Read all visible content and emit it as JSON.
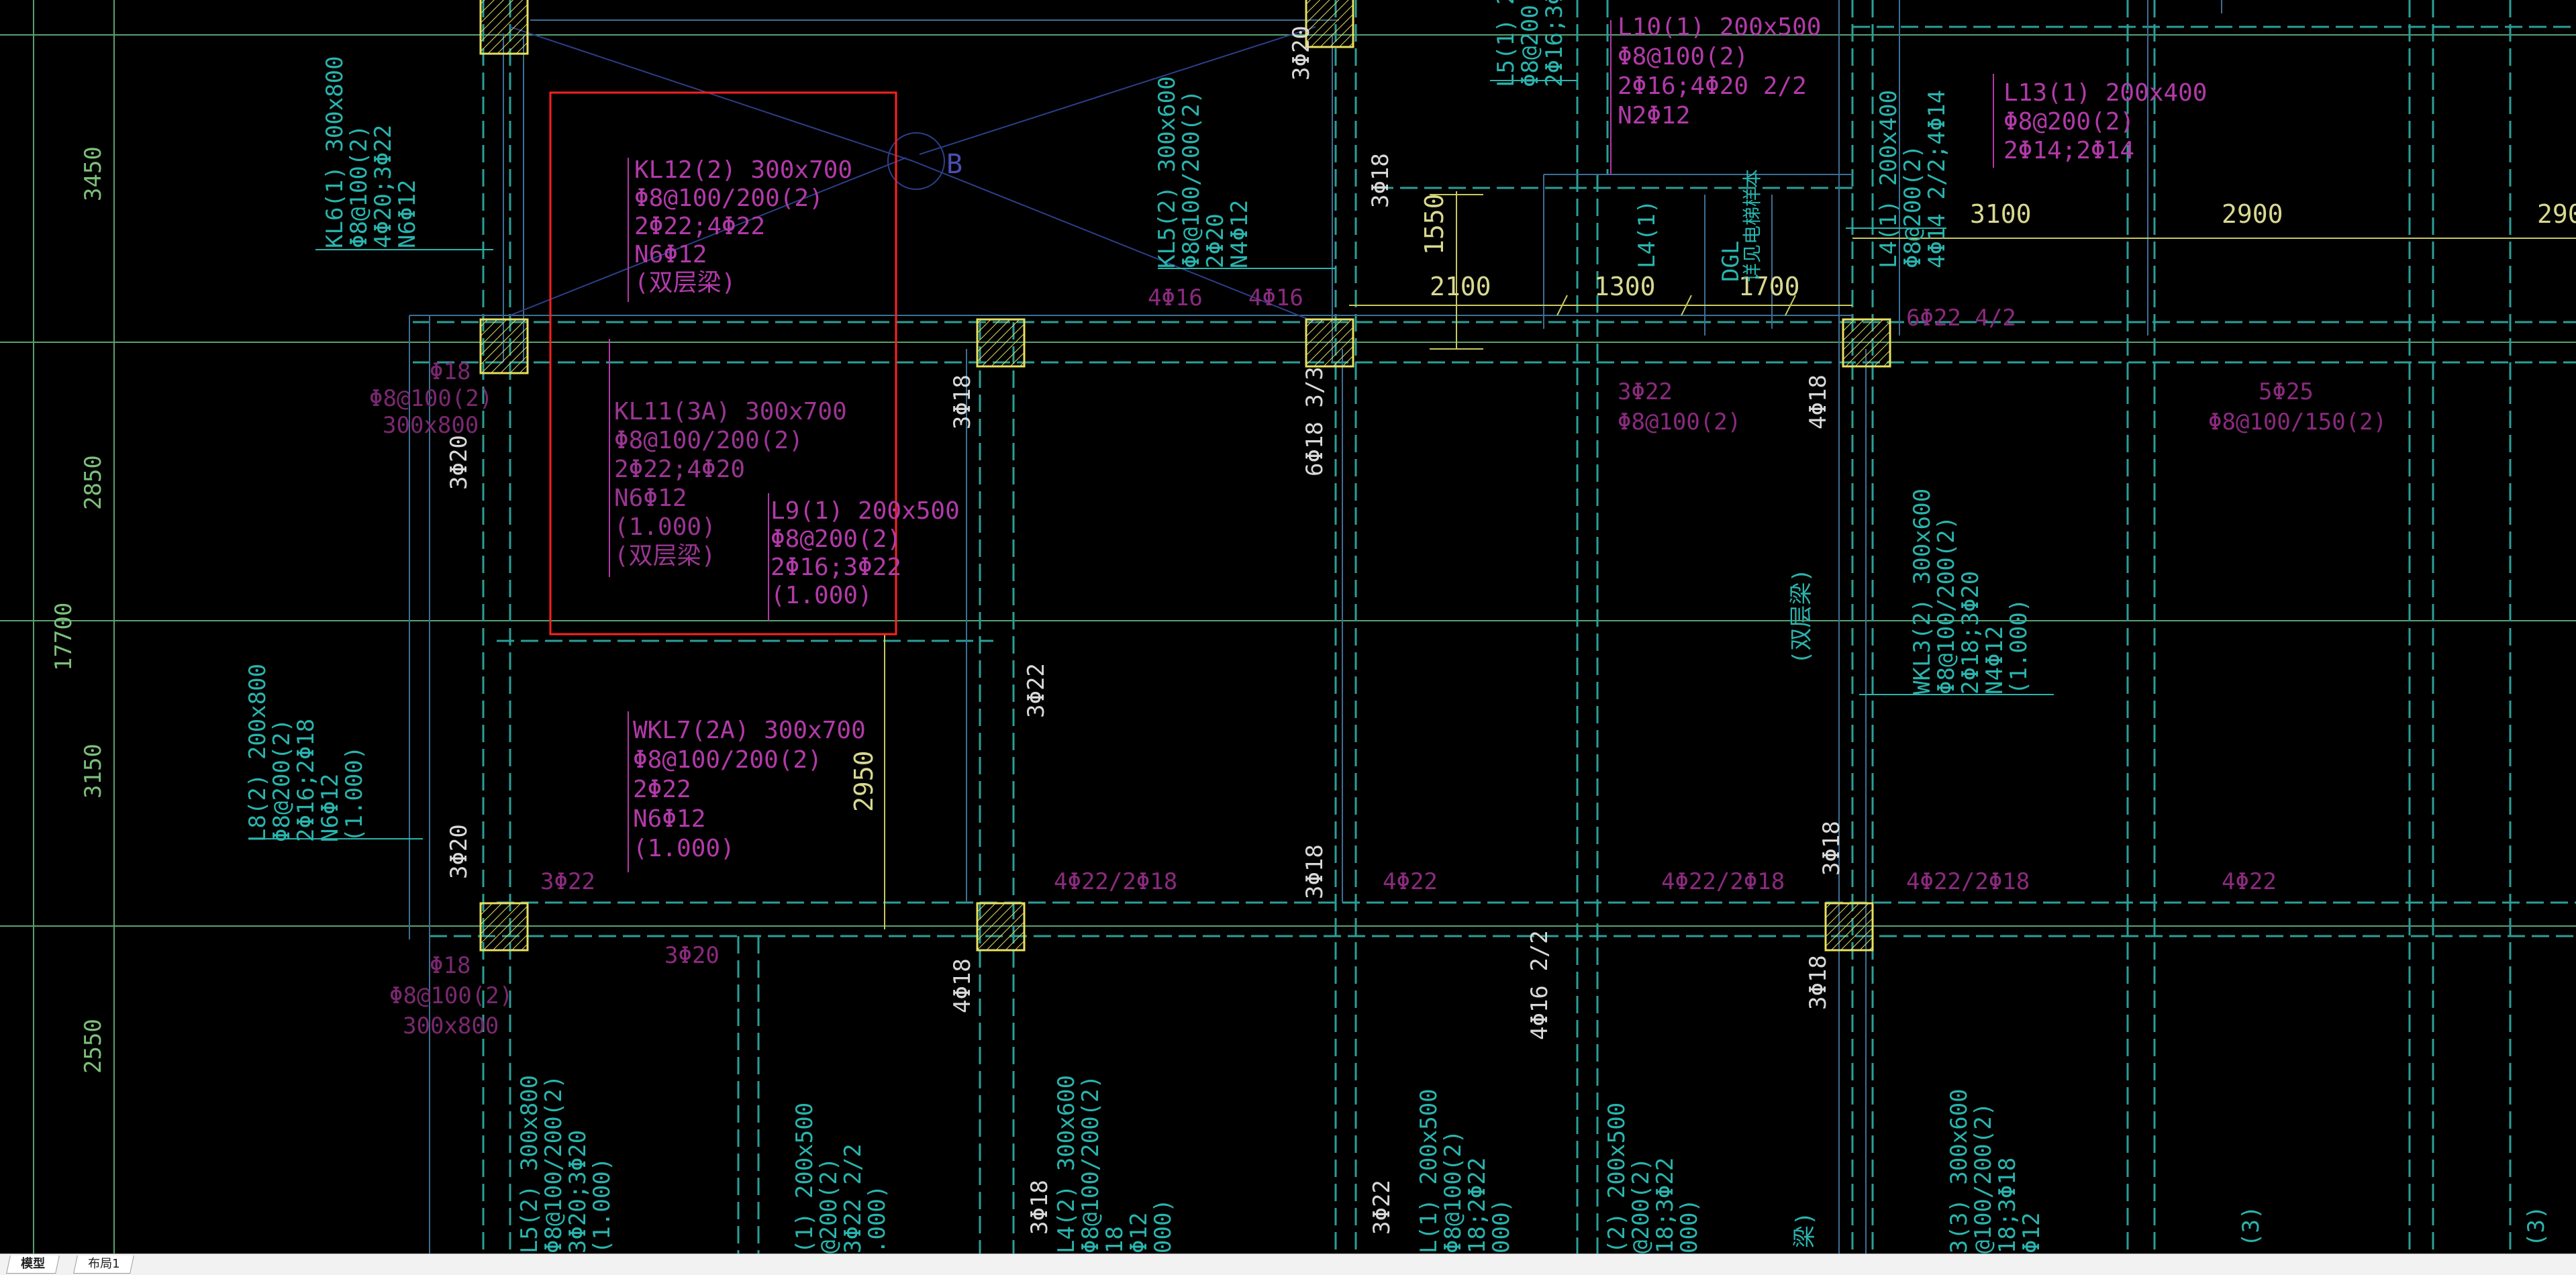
{
  "tabs": [
    {
      "label": "模型",
      "active": true
    },
    {
      "label": "布局1",
      "active": false
    }
  ],
  "colors": {
    "background": "#000000",
    "axis": "#7cc07a",
    "beam_dashed": "#2bb0a6",
    "solid_line": "#4a7aa0",
    "magenta": "#b23aa8",
    "magenta_dim": "#8a2a7e",
    "cyan_text": "#2ab4ae",
    "dimension": "#d8d86a",
    "column": "#e8e060",
    "selection": "#ff2020"
  },
  "dimensions_left": [
    "3450",
    "2850",
    "17700",
    "3150",
    "2550"
  ],
  "dimensions_top": [
    "3100",
    "2900",
    "290",
    "1550",
    "2100",
    "1300",
    "1700",
    "2950"
  ],
  "axis_bubble": "B",
  "beam_labels": {
    "kl12": [
      "KL12(2) 300x700",
      "Φ8@100/200(2)",
      "2Φ22;4Φ22",
      "N6Φ12",
      "(双层梁)"
    ],
    "kl11": [
      "KL11(3A) 300x700",
      "Φ8@100/200(2)",
      "2Φ22;4Φ20",
      "N6Φ12",
      "(1.000)",
      "(双层梁)"
    ],
    "l9": [
      "L9(1) 200x500",
      "Φ8@200(2)",
      "2Φ16;3Φ22",
      "(1.000)"
    ],
    "wkl7": [
      "WKL7(2A) 300x700",
      "Φ8@100/200(2)",
      "2Φ22",
      "N6Φ12",
      "(1.000)"
    ],
    "l10": [
      "L10(1) 200x500",
      "Φ8@100(2)",
      "2Φ16;4Φ20 2/2",
      "N2Φ12"
    ],
    "l13": [
      "L13(1) 200x400",
      "Φ8@200(2)",
      "2Φ14;2Φ14"
    ],
    "kl6": [
      "KL6(1) 300x800",
      "Φ8@100(2)",
      "4Φ20;3Φ22",
      "N6Φ12"
    ],
    "kl5": [
      "KL5(2) 300x600",
      "Φ8@100/200(2)",
      "2Φ20",
      "N4Φ12"
    ],
    "l5top": [
      "L5(1) 20",
      "Φ8@200",
      "2Φ16;3Φ"
    ],
    "l4_top": [
      "L4(1)"
    ],
    "dgl": [
      "DGL",
      "详见电梯样本"
    ],
    "l4_right": [
      "L4(1) 200x400",
      "Φ8@200(2)",
      "4Φ14 2/2;4Φ14"
    ],
    "l8": [
      "L8(2) 200x800",
      "Φ8@200(2)",
      "2Φ16;2Φ18",
      "N6Φ12",
      "(1.000)"
    ],
    "wkl3": [
      "WKL3(2) 300x600",
      "Φ8@100/200(2)",
      "2Φ18;3Φ20",
      "N4Φ12",
      "(1.000)"
    ],
    "double_beam": "(双层梁)",
    "left_mid": [
      "Φ18",
      "Φ8@100(2)",
      "300x800"
    ],
    "left_low": [
      "Φ18",
      "Φ8@100(2)",
      "300x800"
    ],
    "bottom_l5": [
      "L5(2) 300x800",
      "Φ8@100/200(2)",
      "3Φ20;3Φ20",
      "(1.000)"
    ],
    "bottom_a": [
      "(1) 200x500",
      "@200(2)",
      "3Φ22 2/2",
      ".000)"
    ],
    "bottom_l4": [
      "L4(2) 300x600",
      "Φ8@100/200(2)",
      "18",
      "Φ12",
      "000)"
    ],
    "bottom_b": [
      "L(1) 200x500",
      "Φ8@100(2)",
      "18;2Φ22",
      "000)"
    ],
    "bottom_c": [
      "(2) 200x500",
      "@200(2)",
      "18;3Φ22",
      "000)"
    ],
    "bottom_d": [
      "3(3) 300x600",
      "@100/200(2)",
      "18;3Φ18",
      "Φ12"
    ],
    "bottom_e": "(3)",
    "bottom_f": "(3)",
    "bottom_double": "梁)"
  },
  "rebar_labels": {
    "r1": "3Φ20",
    "r2": "3Φ18",
    "r3": "3Φ20",
    "r4": "3Φ18",
    "r5": "6Φ18 3/3",
    "r6": "4Φ18",
    "r7": "3Φ22",
    "r8": "3Φ20",
    "r9": "3Φ18",
    "r10": "3Φ18",
    "r11": "4Φ18",
    "r12": "4Φ16 2/2",
    "r13": "3Φ18",
    "r14": "3Φ18",
    "r15": "3Φ22",
    "r16": "3Φ20",
    "r17": "2950",
    "s1": "4Φ16",
    "s2": "4Φ16",
    "s3": "6Φ22 4/2",
    "s4": "3Φ22",
    "s5": "Φ8@100(2)",
    "s6": "5Φ25",
    "s7": "Φ8@100/150(2)",
    "s8": "3Φ22",
    "s9": "4Φ22/2Φ18",
    "s10": "4Φ22",
    "s11": "4Φ22/2Φ18",
    "s12": "4Φ22/2Φ18",
    "s13": "4Φ22",
    "s14": "3Φ20",
    "s15": "Φ18",
    "s16": "Φ8@100(2)",
    "s17": "300x800"
  }
}
